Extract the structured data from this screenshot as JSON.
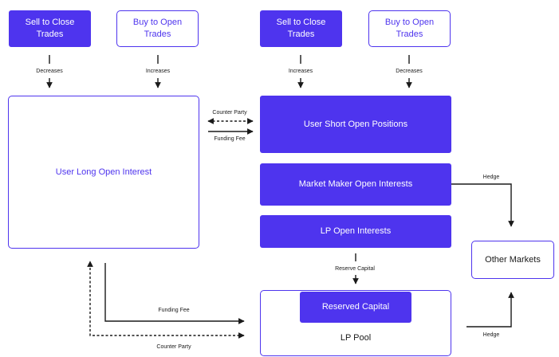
{
  "top_boxes": {
    "sell_left": "Sell to Close\nTrades",
    "buy_left": "Buy to Open\nTrades",
    "sell_right": "Sell to Close\nTrades",
    "buy_right": "Buy to Open\nTrades"
  },
  "top_labels": {
    "sell_left": "Decreases",
    "buy_left": "Increases",
    "sell_right": "Increases",
    "buy_right": "Decreases"
  },
  "boxes": {
    "user_long": "User Long Open Interest",
    "user_short": "User Short Open Positions",
    "market_maker": "Market Maker Open Interests",
    "lp_open": "LP Open Interests",
    "reserved_capital": "Reserved Capital",
    "lp_pool": "LP Pool",
    "other_markets": "Other Markets"
  },
  "connector_labels": {
    "counter_party_top": "Counter Party",
    "funding_fee_top": "Funding Fee",
    "hedge_top": "Hedge",
    "reserve_capital": "Reserve Capital",
    "funding_fee_bottom": "Funding Fee",
    "counter_party_bottom": "Counter Party",
    "hedge_bottom": "Hedge"
  },
  "colors": {
    "primary": "#4e34ee",
    "line": "#1a1a1a"
  }
}
